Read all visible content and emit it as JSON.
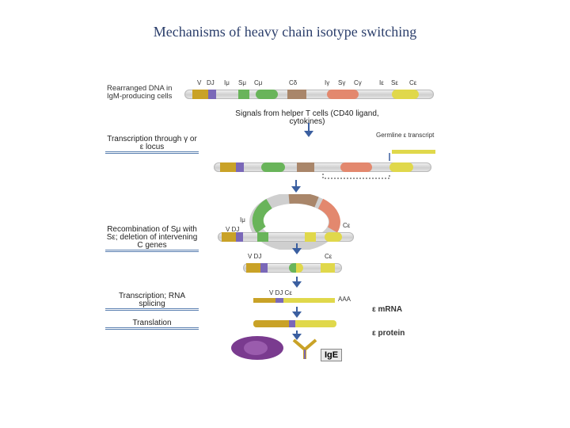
{
  "title": "Mechanisms of heavy chain isotype switching",
  "steps": {
    "rearranged": "Rearranged DNA in IgM-producing cells",
    "transcription": "Transcription through γ or ε locus",
    "recombination": "Recombination of Sμ with Sε; deletion of intervening C genes",
    "transcription_splicing": "Transcription; RNA splicing",
    "translation": "Translation"
  },
  "signals": "Signals from helper T cells (CD40 ligand, cytokines)",
  "germline": "Germline ε transcript",
  "genes": {
    "v": "V",
    "dj": "DJ",
    "imu": "Iμ",
    "smu": "Sμ",
    "cmu": "Cμ",
    "cdelta": "Cδ",
    "igamma": "Iγ",
    "sgamma": "Sγ",
    "cgamma": "Cγ",
    "ie": "Iε",
    "se": "Sε",
    "ce": "Cε",
    "vdj": "V DJ",
    "vdjce": "V DJ Cε",
    "aaa": "AAA"
  },
  "products": {
    "mrna": "ε mRNA",
    "protein": "ε protein",
    "ige": "IgE"
  },
  "colors": {
    "v": "#c9a227",
    "dj": "#7a68b8",
    "mu": "#69b45a",
    "delta": "#a9866a",
    "gamma": "#e3886e",
    "epsilon": "#e0d84b",
    "arrow": "#3b5fa0",
    "cell": "#7a3b8f"
  }
}
